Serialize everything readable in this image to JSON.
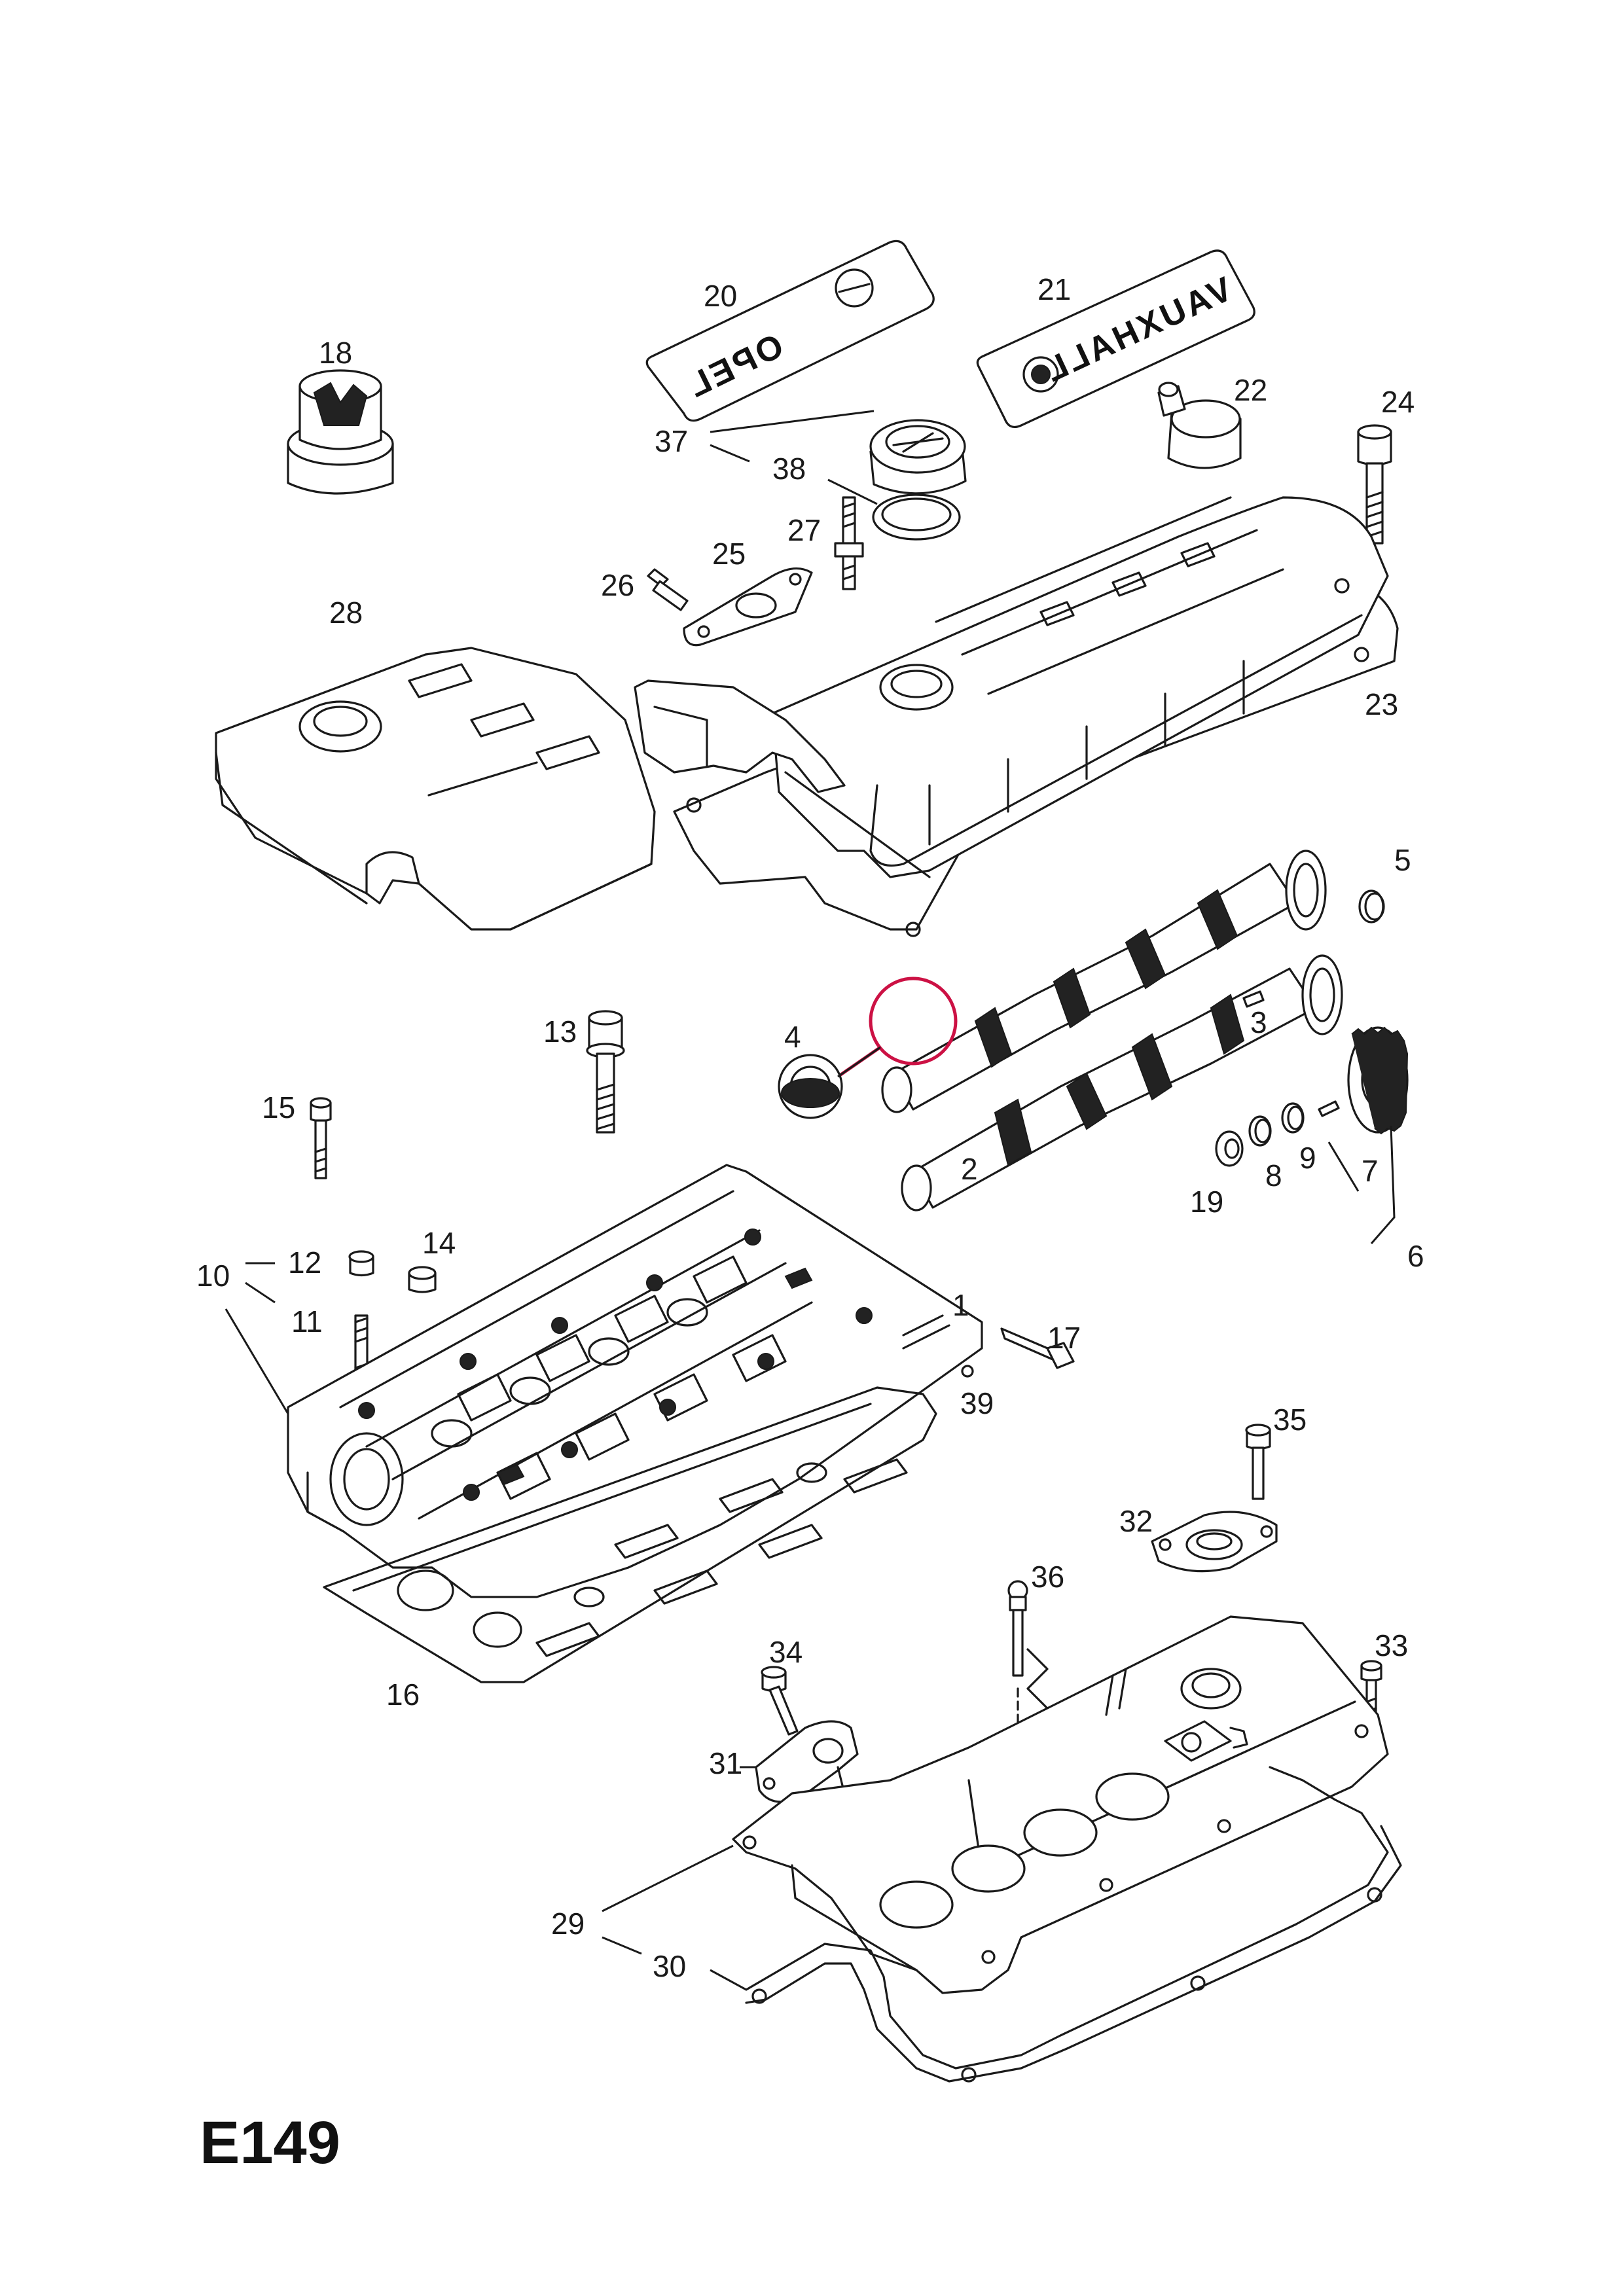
{
  "diagram": {
    "page_code": "E149",
    "callouts": [
      "1",
      "2",
      "3",
      "4",
      "5",
      "6",
      "7",
      "8",
      "9",
      "10",
      "11",
      "12",
      "13",
      "14",
      "15",
      "16",
      "17",
      "18",
      "19",
      "20",
      "21",
      "22",
      "23",
      "24",
      "25",
      "26",
      "27",
      "28",
      "29",
      "30",
      "31",
      "32",
      "33",
      "34",
      "35",
      "36",
      "37",
      "38",
      "39"
    ],
    "logos": {
      "opel": "OPEL",
      "vauxhall": "VAUXHALL"
    },
    "highlight": {
      "color": "#cc1144",
      "label": "1"
    }
  }
}
